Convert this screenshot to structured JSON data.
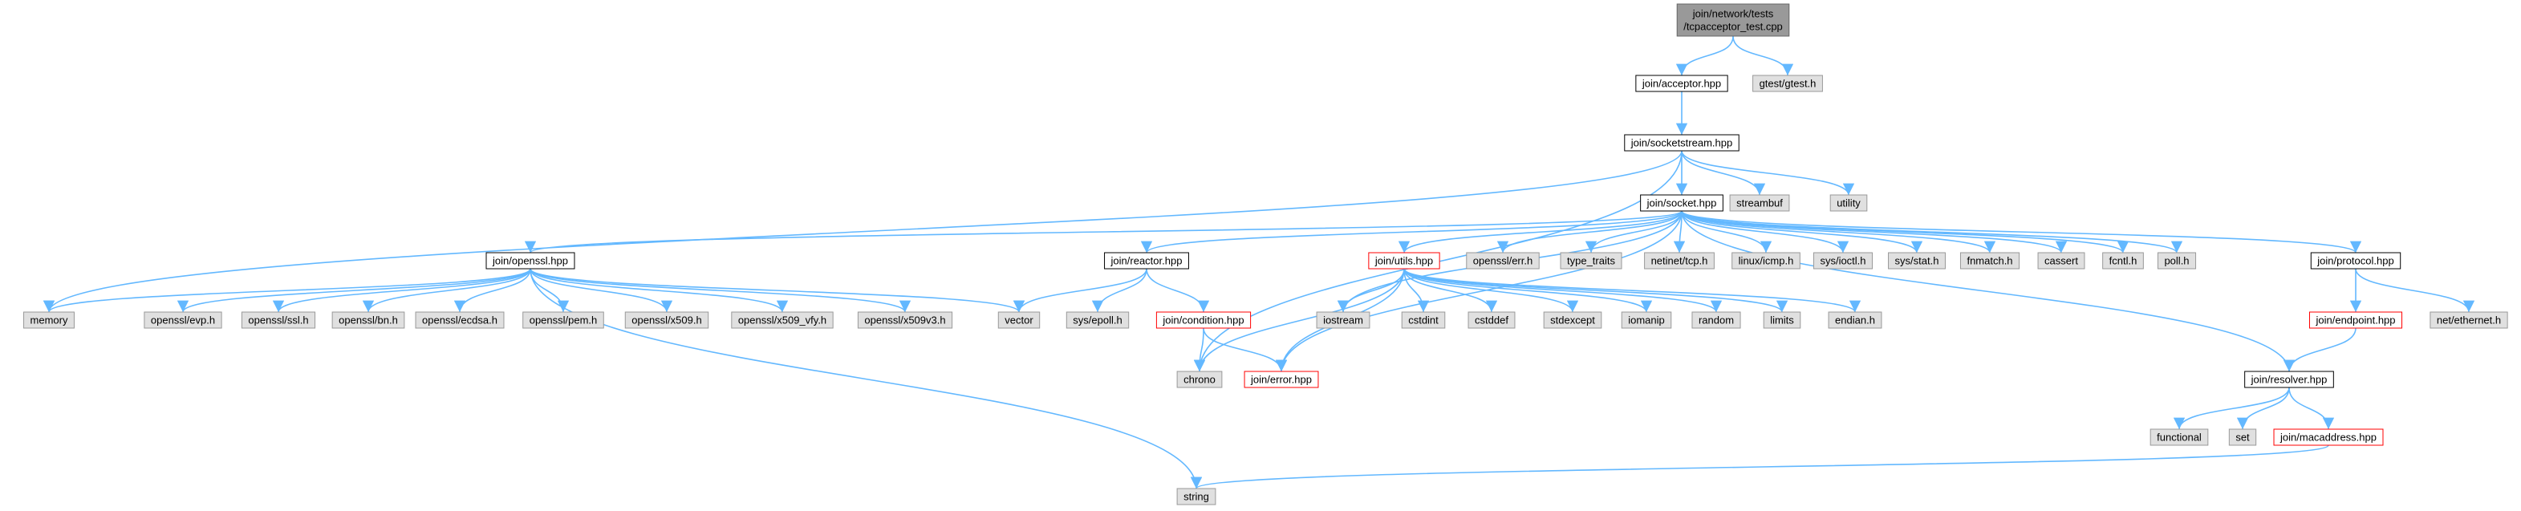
{
  "colors": {
    "edge": "#63b8ff",
    "node_plain_fill": "#ffffff",
    "node_plain_border": "#000000",
    "node_system_fill": "#e0e0e0",
    "node_system_border": "#999999",
    "node_root_fill": "#999999",
    "node_root_border": "#666666",
    "node_incomplete_border": "#ff0000",
    "text": "#000000"
  },
  "nodes": [
    {
      "id": "root",
      "label": "join/network/tests\n/tcpacceptor_test.cpp",
      "style": "root"
    },
    {
      "id": "acceptor",
      "label": "join/acceptor.hpp",
      "style": "plain"
    },
    {
      "id": "gtest",
      "label": "gtest/gtest.h",
      "style": "system"
    },
    {
      "id": "socketstream",
      "label": "join/socketstream.hpp",
      "style": "plain"
    },
    {
      "id": "chrono",
      "label": "chrono",
      "style": "system"
    },
    {
      "id": "memory",
      "label": "memory",
      "style": "system"
    },
    {
      "id": "socket",
      "label": "join/socket.hpp",
      "style": "plain"
    },
    {
      "id": "streambuf",
      "label": "streambuf",
      "style": "system"
    },
    {
      "id": "utility",
      "label": "utility",
      "style": "system"
    },
    {
      "id": "openssl_hpp",
      "label": "join/openssl.hpp",
      "style": "plain"
    },
    {
      "id": "reactor",
      "label": "join/reactor.hpp",
      "style": "plain"
    },
    {
      "id": "utils",
      "label": "join/utils.hpp",
      "style": "incomplete"
    },
    {
      "id": "openssl_err",
      "label": "openssl/err.h",
      "style": "system"
    },
    {
      "id": "type_traits",
      "label": "type_traits",
      "style": "system"
    },
    {
      "id": "netinet_tcp",
      "label": "netinet/tcp.h",
      "style": "system"
    },
    {
      "id": "linux_icmp",
      "label": "linux/icmp.h",
      "style": "system"
    },
    {
      "id": "sys_ioctl",
      "label": "sys/ioctl.h",
      "style": "system"
    },
    {
      "id": "sys_stat",
      "label": "sys/stat.h",
      "style": "system"
    },
    {
      "id": "fnmatch",
      "label": "fnmatch.h",
      "style": "system"
    },
    {
      "id": "cassert",
      "label": "cassert",
      "style": "system"
    },
    {
      "id": "fcntl",
      "label": "fcntl.h",
      "style": "system"
    },
    {
      "id": "poll",
      "label": "poll.h",
      "style": "system"
    },
    {
      "id": "protocol",
      "label": "join/protocol.hpp",
      "style": "plain"
    },
    {
      "id": "openssl_evp",
      "label": "openssl/evp.h",
      "style": "system"
    },
    {
      "id": "openssl_ssl",
      "label": "openssl/ssl.h",
      "style": "system"
    },
    {
      "id": "openssl_bn",
      "label": "openssl/bn.h",
      "style": "system"
    },
    {
      "id": "openssl_ecdsa",
      "label": "openssl/ecdsa.h",
      "style": "system"
    },
    {
      "id": "openssl_pem",
      "label": "openssl/pem.h",
      "style": "system"
    },
    {
      "id": "openssl_x509",
      "label": "openssl/x509.h",
      "style": "system"
    },
    {
      "id": "openssl_x509_vfy",
      "label": "openssl/x509_vfy.h",
      "style": "system"
    },
    {
      "id": "openssl_x509v3",
      "label": "openssl/x509v3.h",
      "style": "system"
    },
    {
      "id": "vector",
      "label": "vector",
      "style": "system"
    },
    {
      "id": "sys_epoll",
      "label": "sys/epoll.h",
      "style": "system"
    },
    {
      "id": "condition",
      "label": "join/condition.hpp",
      "style": "incomplete"
    },
    {
      "id": "iostream",
      "label": "iostream",
      "style": "system"
    },
    {
      "id": "cstdint",
      "label": "cstdint",
      "style": "system"
    },
    {
      "id": "cstddef",
      "label": "cstddef",
      "style": "system"
    },
    {
      "id": "stdexcept",
      "label": "stdexcept",
      "style": "system"
    },
    {
      "id": "iomanip",
      "label": "iomanip",
      "style": "system"
    },
    {
      "id": "random",
      "label": "random",
      "style": "system"
    },
    {
      "id": "limits",
      "label": "limits",
      "style": "system"
    },
    {
      "id": "endian",
      "label": "endian.h",
      "style": "system"
    },
    {
      "id": "error",
      "label": "join/error.hpp",
      "style": "incomplete"
    },
    {
      "id": "endpoint",
      "label": "join/endpoint.hpp",
      "style": "incomplete"
    },
    {
      "id": "net_ethernet",
      "label": "net/ethernet.h",
      "style": "system"
    },
    {
      "id": "resolver",
      "label": "join/resolver.hpp",
      "style": "plain"
    },
    {
      "id": "functional",
      "label": "functional",
      "style": "system"
    },
    {
      "id": "set",
      "label": "set",
      "style": "system"
    },
    {
      "id": "macaddress",
      "label": "join/macaddress.hpp",
      "style": "incomplete"
    },
    {
      "id": "string",
      "label": "string",
      "style": "system"
    }
  ],
  "edges": [
    [
      "root",
      "acceptor"
    ],
    [
      "root",
      "gtest"
    ],
    [
      "acceptor",
      "socketstream"
    ],
    [
      "socketstream",
      "chrono"
    ],
    [
      "socketstream",
      "memory"
    ],
    [
      "socketstream",
      "socket"
    ],
    [
      "socketstream",
      "streambuf"
    ],
    [
      "socketstream",
      "utility"
    ],
    [
      "socket",
      "openssl_hpp"
    ],
    [
      "socket",
      "reactor"
    ],
    [
      "socket",
      "utils"
    ],
    [
      "socket",
      "openssl_err"
    ],
    [
      "socket",
      "type_traits"
    ],
    [
      "socket",
      "netinet_tcp"
    ],
    [
      "socket",
      "linux_icmp"
    ],
    [
      "socket",
      "sys_ioctl"
    ],
    [
      "socket",
      "sys_stat"
    ],
    [
      "socket",
      "fnmatch"
    ],
    [
      "socket",
      "cassert"
    ],
    [
      "socket",
      "fcntl"
    ],
    [
      "socket",
      "poll"
    ],
    [
      "socket",
      "protocol"
    ],
    [
      "socket",
      "resolver"
    ],
    [
      "socket",
      "error"
    ],
    [
      "socket",
      "iostream"
    ],
    [
      "openssl_hpp",
      "memory"
    ],
    [
      "openssl_hpp",
      "string"
    ],
    [
      "openssl_hpp",
      "openssl_evp"
    ],
    [
      "openssl_hpp",
      "openssl_ssl"
    ],
    [
      "openssl_hpp",
      "openssl_bn"
    ],
    [
      "openssl_hpp",
      "openssl_ecdsa"
    ],
    [
      "openssl_hpp",
      "openssl_pem"
    ],
    [
      "openssl_hpp",
      "openssl_x509"
    ],
    [
      "openssl_hpp",
      "openssl_x509_vfy"
    ],
    [
      "openssl_hpp",
      "openssl_x509v3"
    ],
    [
      "openssl_hpp",
      "vector"
    ],
    [
      "reactor",
      "vector"
    ],
    [
      "reactor",
      "sys_epoll"
    ],
    [
      "reactor",
      "condition"
    ],
    [
      "condition",
      "chrono"
    ],
    [
      "condition",
      "error"
    ],
    [
      "utils",
      "chrono"
    ],
    [
      "utils",
      "iostream"
    ],
    [
      "utils",
      "cstdint"
    ],
    [
      "utils",
      "cstddef"
    ],
    [
      "utils",
      "stdexcept"
    ],
    [
      "utils",
      "iomanip"
    ],
    [
      "utils",
      "random"
    ],
    [
      "utils",
      "limits"
    ],
    [
      "utils",
      "endian"
    ],
    [
      "utils",
      "error"
    ],
    [
      "protocol",
      "endpoint"
    ],
    [
      "protocol",
      "net_ethernet"
    ],
    [
      "endpoint",
      "resolver"
    ],
    [
      "resolver",
      "functional"
    ],
    [
      "resolver",
      "set"
    ],
    [
      "resolver",
      "macaddress"
    ],
    [
      "macaddress",
      "string"
    ]
  ]
}
